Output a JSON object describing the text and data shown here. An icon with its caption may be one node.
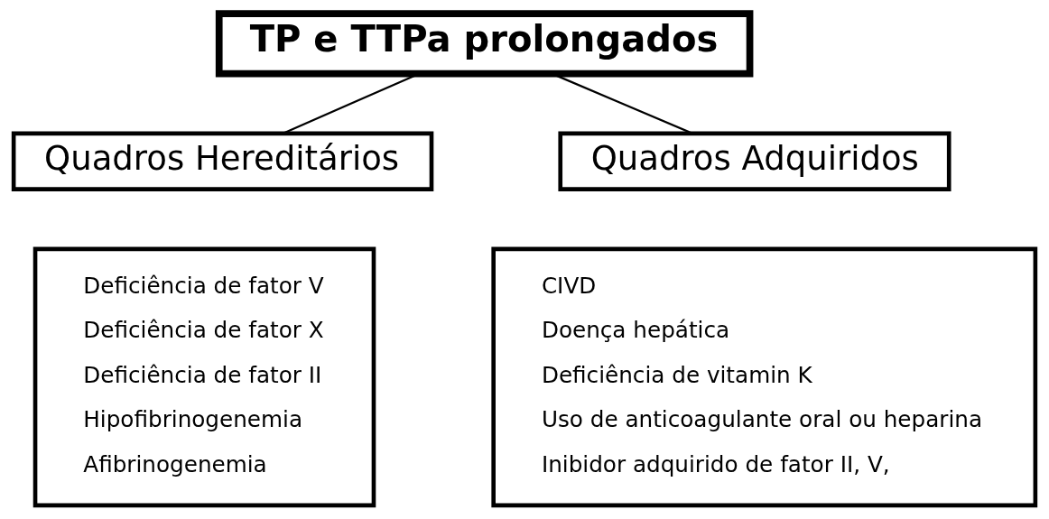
{
  "diagram": {
    "nodes": [
      {
        "text": [
          "TP e TTPa prolongados"
        ]
      },
      {
        "text": [
          "Quadros Hereditários"
        ]
      },
      {
        "text": [
          "Quadros Adquiridos"
        ]
      },
      {
        "text": [
          "Deficiência de fator V",
          "Deficiência de fator X",
          "Deficiência de fator II",
          "Hipofibrinogenemia",
          "Afibrinogenemia"
        ]
      },
      {
        "text": [
          "CIVD",
          "Doença hepática",
          "Deficiência de vitamin K",
          "Uso de anticoagulante oral ou heparina",
          "Inibidor adquirido de fator II, V,"
        ]
      }
    ],
    "edges": [
      {
        "from": 0,
        "to": 1,
        "arrow": "none"
      },
      {
        "from": 0,
        "to": 2,
        "arrow": "none"
      }
    ]
  }
}
